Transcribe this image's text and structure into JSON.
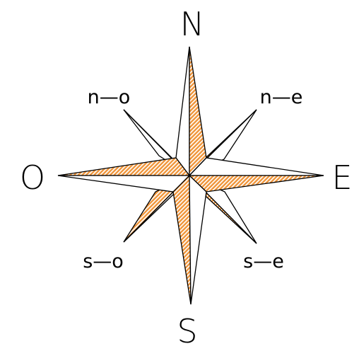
{
  "compass": {
    "labels": {
      "north": "N",
      "south": "S",
      "east": "E",
      "west": "O",
      "northwest": "n—o",
      "northeast": "n—e",
      "southwest": "s—o",
      "southeast": "s—e"
    },
    "colors": {
      "fill": "#ffffff",
      "hatch": "#f0953a",
      "stroke": "#000000"
    }
  }
}
